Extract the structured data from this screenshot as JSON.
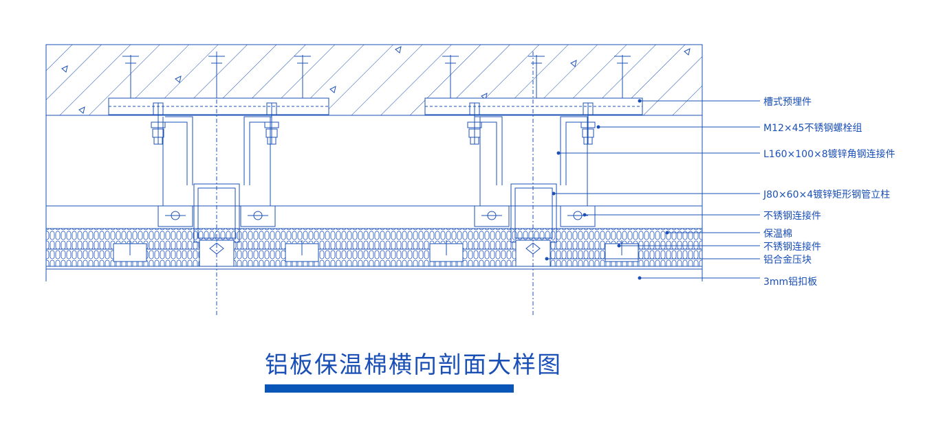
{
  "title": "铝板保温棉横向剖面大样图",
  "colors": {
    "line": "#1a4fb5",
    "title_bar": "#0a55b8",
    "background": "#ffffff"
  },
  "labels": [
    {
      "key": "embedded_channel",
      "text": "槽式预埋件"
    },
    {
      "key": "bolt_group",
      "text": "M12×45不锈钢螺栓组"
    },
    {
      "key": "angle_steel",
      "text": "L160×100×8镀锌角钢连接件"
    },
    {
      "key": "steel_tube",
      "text": "J80×60×4镀锌矩形钢管立柱"
    },
    {
      "key": "ss_connector_upper",
      "text": "不锈钢连接件"
    },
    {
      "key": "insulation",
      "text": "保温棉"
    },
    {
      "key": "ss_connector_lower",
      "text": "不锈钢连接件"
    },
    {
      "key": "alloy_clamp",
      "text": "铝合金压块"
    },
    {
      "key": "aluminum_panel",
      "text": "3mm铝扣板"
    }
  ]
}
